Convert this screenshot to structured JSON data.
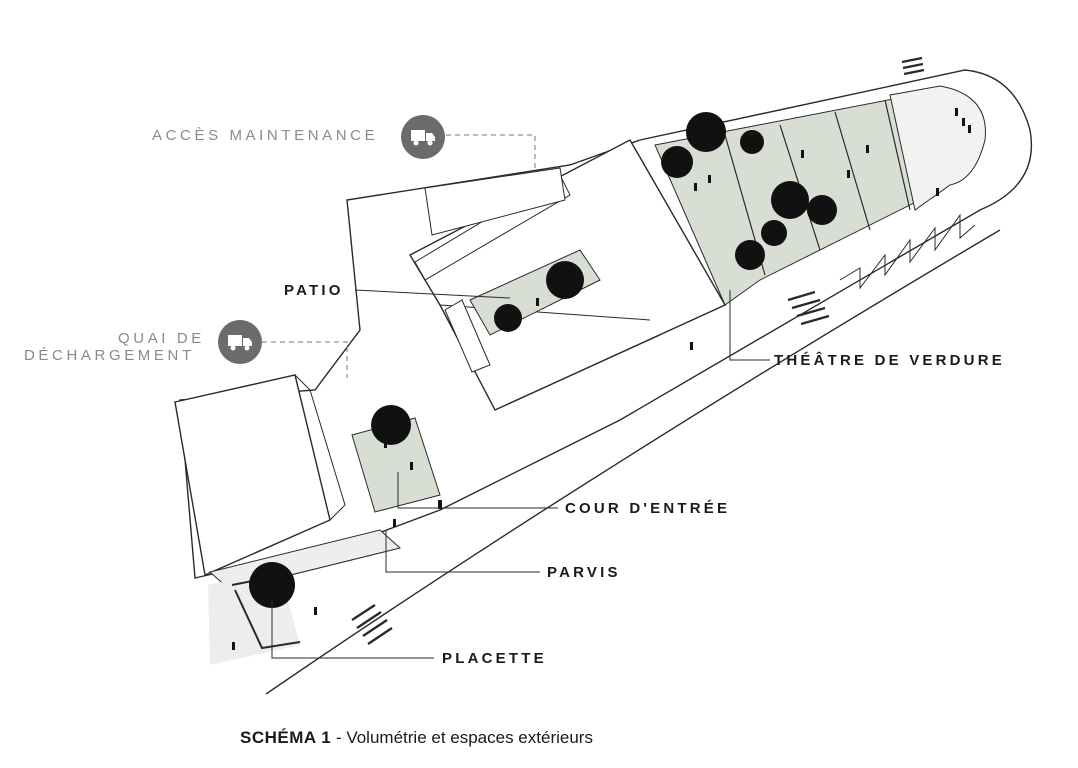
{
  "labels": {
    "acces_maintenance": "ACCÈS MAINTENANCE",
    "patio": "PATIO",
    "quai_line1": "QUAI DE",
    "quai_line2": "DÉCHARGEMENT",
    "theatre": "THÉÂTRE DE VERDURE",
    "cour": "COUR D'ENTRÉE",
    "parvis": "PARVIS",
    "placette": "PLACETTE"
  },
  "caption": {
    "title": "SCHÉMA 1",
    "text": " - Volumétrie et espaces extérieurs"
  },
  "icons": {
    "maintenance": "truck-icon",
    "unloading": "truck-icon"
  },
  "colors": {
    "line": "#2a2a2a",
    "green_space": "#d9ded4",
    "tree": "#111111",
    "badge": "#6b6b6b",
    "grey_text": "#8a8a8a"
  }
}
